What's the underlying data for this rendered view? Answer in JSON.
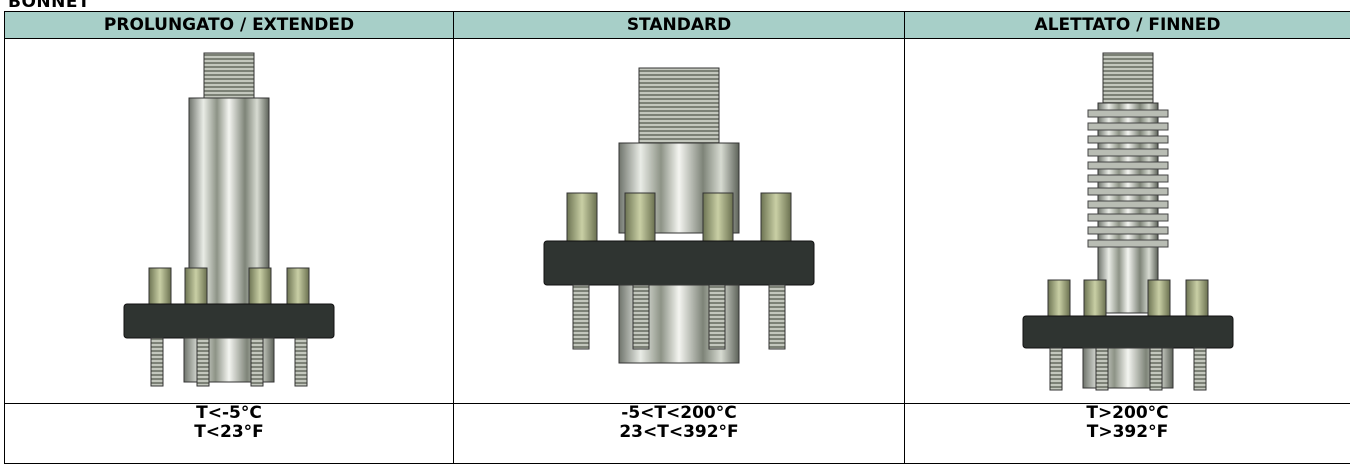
{
  "section_label": "BONNET",
  "columns": [
    {
      "header": "PROLUNGATO / EXTENDED",
      "temp_c": "T<-5°C",
      "temp_f": "T<23°F",
      "image": "extended-bonnet-image"
    },
    {
      "header": "STANDARD",
      "temp_c": "-5<T<200°C",
      "temp_f": "23<T<392°F",
      "image": "standard-bonnet-image"
    },
    {
      "header": "ALETTATO / FINNED",
      "temp_c": "T>200°C",
      "temp_f": "T>392°F",
      "image": "finned-bonnet-image"
    }
  ],
  "colors": {
    "header_bg": "#a7cfc8",
    "flange": "#2f3431",
    "steel": "#c9cdc6",
    "nut": "#9ea77f"
  }
}
